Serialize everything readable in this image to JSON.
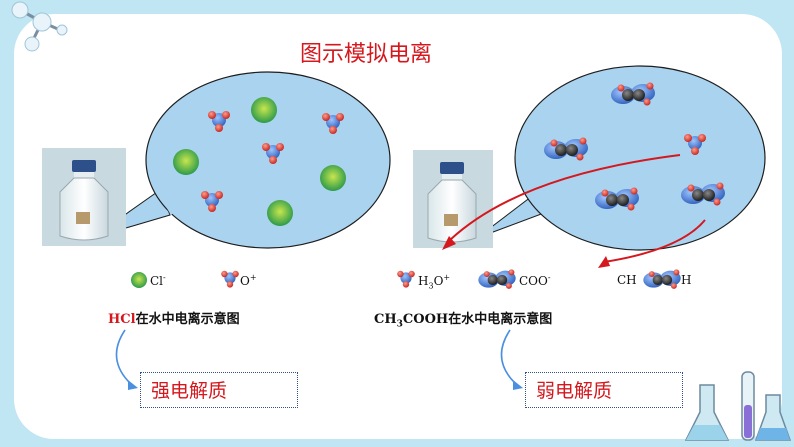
{
  "title": "图示模拟电离",
  "left": {
    "legend_cl": "Cl",
    "legend_cl_sup": "-",
    "legend_h3o_tail": "O",
    "legend_h3o_sup": "+",
    "caption_formula": "HCl",
    "caption_text": "在水中电离示意图",
    "result": "强电解质"
  },
  "right": {
    "legend_h3o": "H",
    "legend_h3o_sub": "3",
    "legend_h3o_tail": "O",
    "legend_h3o_sup": "+",
    "legend_acetate": "COO",
    "legend_acetate_sup": "-",
    "legend_acid_head": "CH",
    "legend_acid_tail": "H",
    "caption_formula_pre": "CH",
    "caption_formula_sub": "3",
    "caption_formula_post": "COOH",
    "caption_text": "在水中电离示意图",
    "result": "弱电解质"
  },
  "colors": {
    "accent": "#d4181e",
    "bubble": "#a9d3ef",
    "ion_green": "#2c9a4a",
    "ion_blue": "#4d7fd6",
    "atom_red": "#d8342d",
    "atom_dark": "#3a3a3a"
  }
}
